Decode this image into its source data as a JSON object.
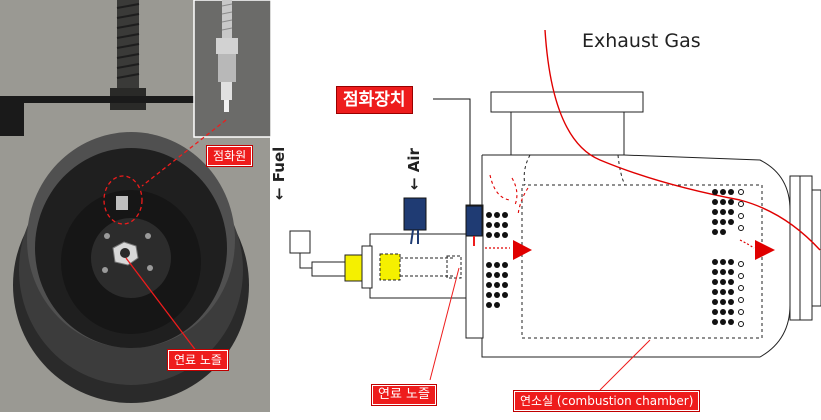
{
  "labels": {
    "photo_ignition": "점화원",
    "photo_fuel_nozzle": "연료 노즐",
    "ignition_device": "점화장치",
    "exhaust_gas": "Exhaust Gas",
    "fuel_inlet": "← Fuel",
    "air_inlet": "← Air",
    "diagram_fuel_nozzle": "연료 노즐",
    "combustion_chamber": "연소실 (combustion chamber)"
  },
  "colors": {
    "label_red": "#ee1c1c",
    "flame_red": "#e00000",
    "fuel_yellow": "#f5f000",
    "air_blue": "#1f3b73"
  }
}
